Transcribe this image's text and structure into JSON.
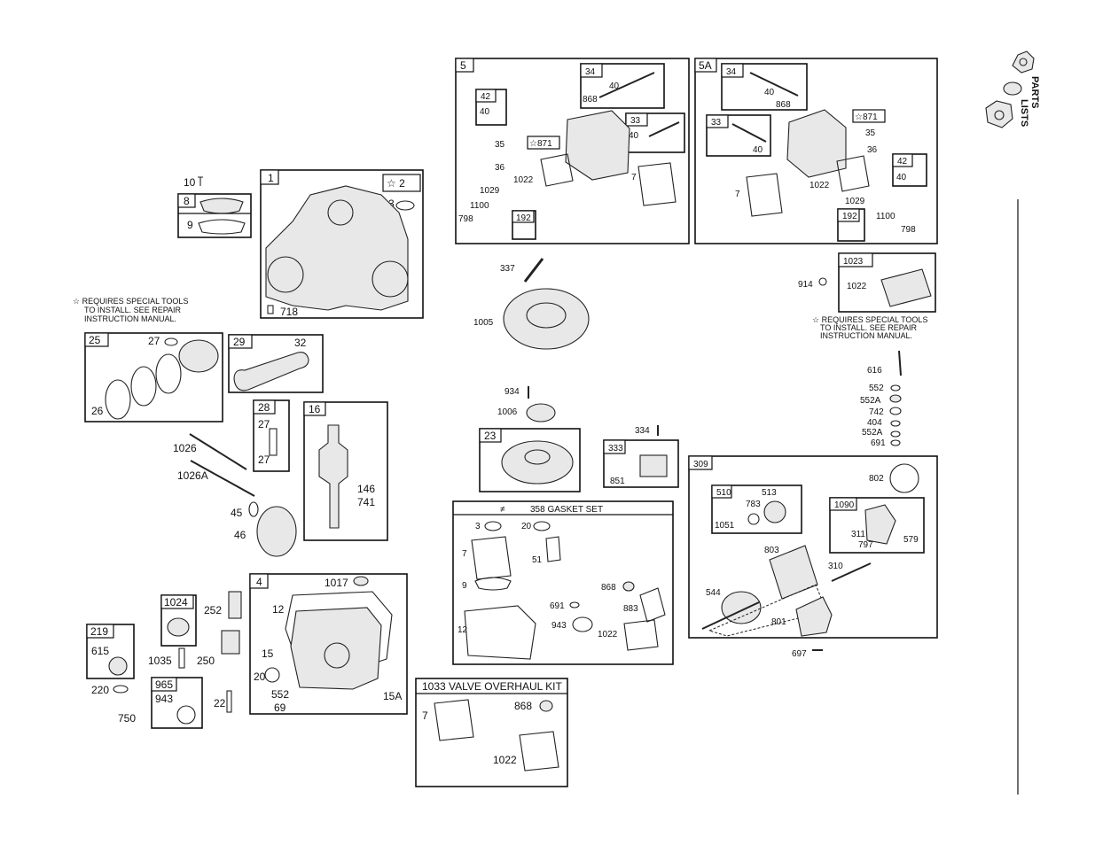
{
  "side_header": {
    "line1": "PARTS",
    "line2": "LISTS"
  },
  "notes": {
    "left_1": "☆ REQUIRES SPECIAL TOOLS",
    "left_2": "TO INSTALL. SEE REPAIR",
    "left_3": "INSTRUCTION MANUAL.",
    "right_1": "☆ REQUIRES SPECIAL TOOLS",
    "right_2": "TO INSTALL. SEE REPAIR",
    "right_3": "INSTRUCTION MANUAL."
  },
  "boxes": {
    "b1": "1",
    "b2": "☆ 2",
    "b3": "3",
    "b718": "718",
    "b8": "8",
    "b9": "9",
    "b10": "10",
    "b25": "25",
    "b26": "26",
    "b27": "27",
    "b29": "29",
    "b32": "32",
    "b28": "28",
    "b27a": "27",
    "b27b": "27",
    "b16": "16",
    "b146": "146",
    "b741": "741",
    "b1026": "1026",
    "b1026a": "1026A",
    "b45": "45",
    "b46": "46",
    "b4": "4",
    "b1017": "1017",
    "b12": "12",
    "b15": "15",
    "b20": "20",
    "b552": "552",
    "b69": "69",
    "b15a": "15A",
    "b1024": "1024",
    "b252": "252",
    "b250": "250",
    "b1035": "1035",
    "b22": "22",
    "b219": "219",
    "b615": "615",
    "b220": "220",
    "b965": "965",
    "b943": "943",
    "b750": "750",
    "b5": "5",
    "b34": "34",
    "b40a": "40",
    "b868a": "868",
    "b42": "42",
    "b40b": "40",
    "b33": "33",
    "b40c": "40",
    "b35": "35",
    "b871": "☆871",
    "b36": "36",
    "b1022a": "1022",
    "b1029a": "1029",
    "b1100a": "1100",
    "b798a": "798",
    "b192a": "192",
    "b7a": "7",
    "b5a": "5A",
    "b34b": "34",
    "b40d": "40",
    "b868b": "868",
    "b33b": "33",
    "b40e": "40",
    "b871b": "☆871",
    "b35b": "35",
    "b36b": "36",
    "b42b": "42",
    "b40f": "40",
    "b7b": "7",
    "b1022b": "1022",
    "b1029b": "1029",
    "b192b": "192",
    "b1100b": "1100",
    "b798b": "798",
    "b337": "337",
    "b1005": "1005",
    "b914": "914",
    "b1023": "1023",
    "b1022c": "1022",
    "b616": "616",
    "b552b": "552",
    "b552a": "552A",
    "b742": "742",
    "b404": "404",
    "b552a2": "552A",
    "b691": "691",
    "b934": "934",
    "b1006": "1006",
    "b23": "23",
    "b334": "334",
    "b333": "333",
    "b851": "851",
    "b309": "309",
    "b802": "802",
    "b510": "510",
    "b513": "513",
    "b783": "783",
    "b1051": "1051",
    "b1090": "1090",
    "b311": "311",
    "b797": "797",
    "b579": "579",
    "b803": "803",
    "b310": "310",
    "b544": "544",
    "b801": "801",
    "b697": "697",
    "g3": "3",
    "g20": "20",
    "g7": "7",
    "g51": "51",
    "g9": "9",
    "g868": "868",
    "g691": "691",
    "g883": "883",
    "g943": "943",
    "g12": "12",
    "g1022": "1022",
    "k7": "7",
    "k868": "868",
    "k1022": "1022"
  },
  "kits": {
    "gasket_set": "358 GASKET SET",
    "gasket_symbol": "≠",
    "valve_kit": "1033 VALVE OVERHAUL KIT"
  }
}
